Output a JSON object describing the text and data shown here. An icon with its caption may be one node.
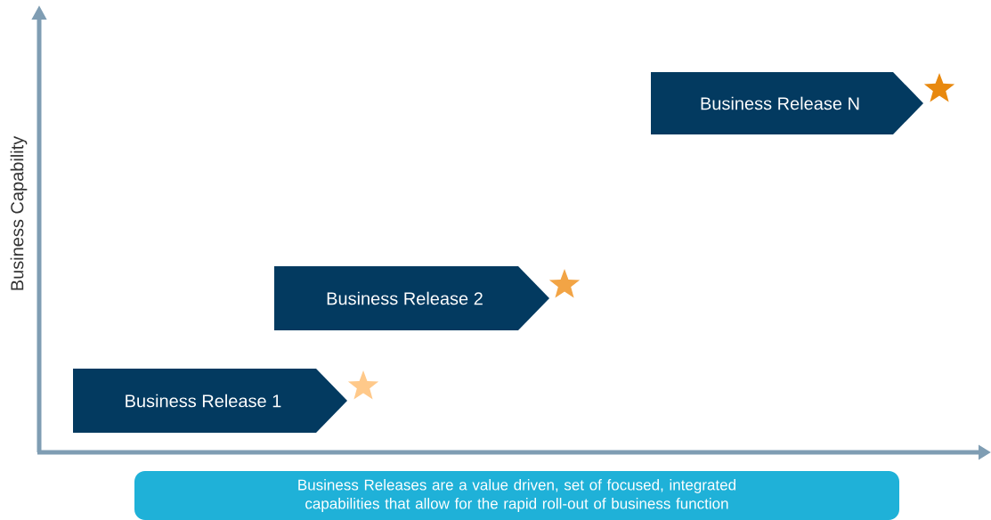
{
  "diagram": {
    "nodes": [
      {
        "text": [
          "Business Release 1"
        ]
      },
      {
        "text": [
          "Business Release 2"
        ]
      },
      {
        "text": [
          "Business Release N"
        ]
      },
      {
        "text": [
          "Business Releases are a value driven, set of focused, integrated capabilities that allow for the rapid roll-out of business function"
        ]
      }
    ],
    "labels": [
      "Business Capability"
    ]
  }
}
